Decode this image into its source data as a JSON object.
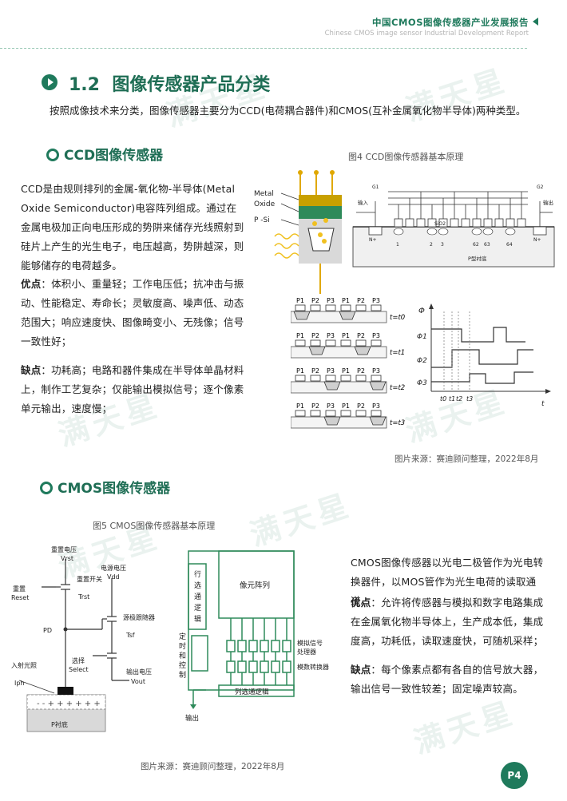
{
  "header": {
    "title": "中国CMOS图像传感器产业发展报告",
    "subtitle": "Chinese CMOS image sensor Industrial Development Report"
  },
  "section": {
    "number": "1.2",
    "title": "图像传感器产品分类",
    "intro": "按照成像技术来分类，图像传感器主要分为CCD(电荷耦合器件)和CMOS(互补金属氧化物半导体)两种类型。"
  },
  "ccd": {
    "title": "CCD图像传感器",
    "figure_caption": "图4 CCD图像传感器基本原理",
    "description": "CCD是由规则排列的金属-氧化物-半导体(Metal Oxide Semiconductor)电容阵列组成。通过在金属电极加正向电压形成的势阱来储存光线照射到硅片上产生的光生电子，电压越高，势阱越深，则能够储存的电荷越多。",
    "pros_label": "优点",
    "pros": "：体积小、重量轻；工作电压低；抗冲击与振动、性能稳定、寿命长；灵敏度高、噪声低、动态范围大；响应速度快、图像畸变小、无残像；信号一致性好；",
    "cons_label": "缺点",
    "cons": "：功耗高；电路和器件集成在半导体单晶材料上，制作工艺复杂；仅能输出模拟信号；逐个像素单元输出，速度慢；",
    "source": "图片来源：赛迪顾问整理，2022年8月",
    "diagram_labels": {
      "metal": "Metal",
      "oxide": "Oxide",
      "psi": "P -Si",
      "input": "输入",
      "output": "输出",
      "substrate": "P型衬底",
      "sio2": "SiO2",
      "n_plus": "N+",
      "g1": "G1",
      "g2": "G2",
      "phases": [
        "P1",
        "P2",
        "P3",
        "P1",
        "P2",
        "P3"
      ],
      "times": [
        "t=t0",
        "t=t1",
        "t=t2",
        "t=t3"
      ],
      "phi": "Φ",
      "phi1": "Φ1",
      "phi2": "Φ2",
      "phi3": "Φ3",
      "t_ticks": [
        "t0",
        "t1",
        "t2",
        "t3"
      ],
      "t_axis": "t",
      "cells": [
        "1",
        "2",
        "3",
        "62",
        "63",
        "64"
      ]
    }
  },
  "cmos": {
    "title": "CMOS图像传感器",
    "figure_caption": "图5 CMOS图像传感器基本原理",
    "description": "CMOS图像传感器以光电二极管作为光电转换器件，以MOS管作为光生电荷的读取通道。",
    "pros_label": "优点",
    "pros": "：允许将传感器与模拟和数字电路集成在金属氧化物半导体上，生产成本低，集成度高，功耗低，读取速度快，可随机采样；",
    "cons_label": "缺点",
    "cons": "：每个像素点都有各自的信号放大器，输出信号一致性较差；固定噪声较高。",
    "source": "图片来源：赛迪顾问整理，2022年8月",
    "circuit_labels": {
      "reset_voltage": "重置电压",
      "v_rst": "Vrst",
      "power_voltage": "电源电压",
      "v_dd": "Vdd",
      "reset": "重置",
      "reset_en": "Reset",
      "reset_switch": "重置开关",
      "t_rst": "Trst",
      "pd": "PD",
      "source_follower": "源极跟随器",
      "t_sf": "Tsf",
      "select": "选择",
      "select_en": "Select",
      "output_voltage": "输出电压",
      "v_out": "Vout",
      "incident_light": "入射光照",
      "i_ph": "Iph",
      "p_substrate": "P衬底"
    },
    "block_labels": {
      "row_select": "行选通逻辑",
      "pixel_array": "像元阵列",
      "timing": "定时和控制",
      "analog_proc": "模拟信号处理器",
      "adc": "模数转换器",
      "col_select": "列选通逻辑",
      "output": "输出"
    }
  },
  "watermark": "满天星",
  "page_number": "P4",
  "colors": {
    "accent": "#1f7a5c",
    "light_green": "#3aa57a"
  }
}
